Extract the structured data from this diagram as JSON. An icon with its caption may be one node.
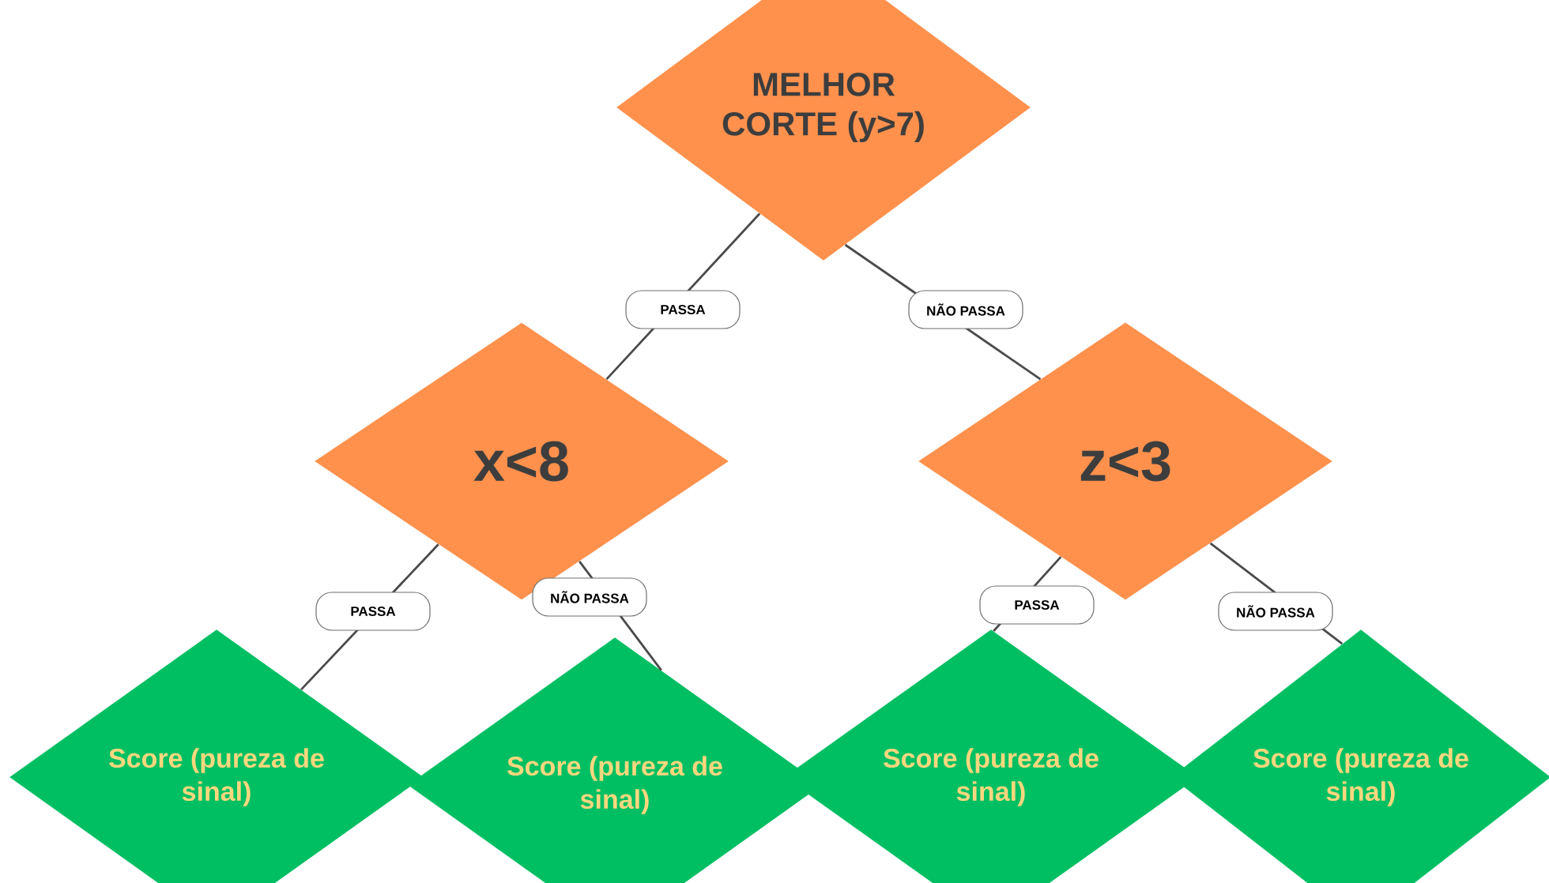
{
  "diagram": {
    "nodes": [
      {
        "text": [
          "MELHOR CORTE (y>7)"
        ]
      },
      {
        "text": [
          "x<8"
        ]
      },
      {
        "text": [
          "z<3"
        ]
      },
      {
        "text": [
          "Score (pureza de sinal)"
        ]
      },
      {
        "text": [
          "Score (pureza de sinal)"
        ]
      },
      {
        "text": [
          "Score (pureza de sinal)"
        ]
      },
      {
        "text": [
          "Score (pureza de sinal)"
        ]
      }
    ],
    "edges": [
      {
        "from": 0,
        "to": 1,
        "arrow": "none",
        "label": "PASSA"
      },
      {
        "from": 0,
        "to": 2,
        "arrow": "none",
        "label": "NÃO PASSA"
      },
      {
        "from": 1,
        "to": 3,
        "arrow": "none",
        "label": "PASSA"
      },
      {
        "from": 1,
        "to": 4,
        "arrow": "none",
        "label": "NÃO PASSA"
      },
      {
        "from": 2,
        "to": 5,
        "arrow": "none",
        "label": "PASSA"
      },
      {
        "from": 2,
        "to": 6,
        "arrow": "none",
        "label": "NÃO PASSA"
      }
    ]
  }
}
